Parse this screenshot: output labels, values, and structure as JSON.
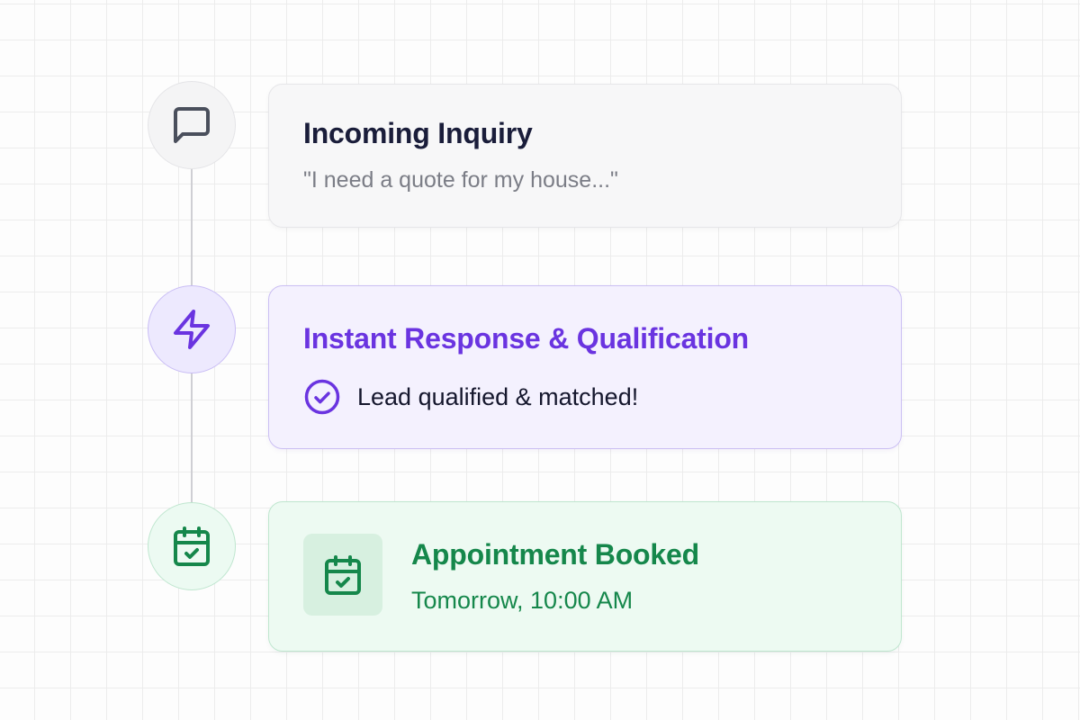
{
  "colors": {
    "neutral_icon": "#4a4f5c",
    "purple_accent": "#6a34e0",
    "green_accent": "#15874b"
  },
  "steps": [
    {
      "icon": "message-square-icon",
      "title": "Incoming Inquiry",
      "subtitle": "\"I need a quote for my house...\""
    },
    {
      "icon": "lightning-bolt-icon",
      "title": "Instant Response & Qualification",
      "status_icon": "check-circle-icon",
      "status_text": "Lead qualified & matched!"
    },
    {
      "icon": "calendar-check-icon",
      "title": "Appointment Booked",
      "subtitle": "Tomorrow, 10:00 AM"
    }
  ]
}
